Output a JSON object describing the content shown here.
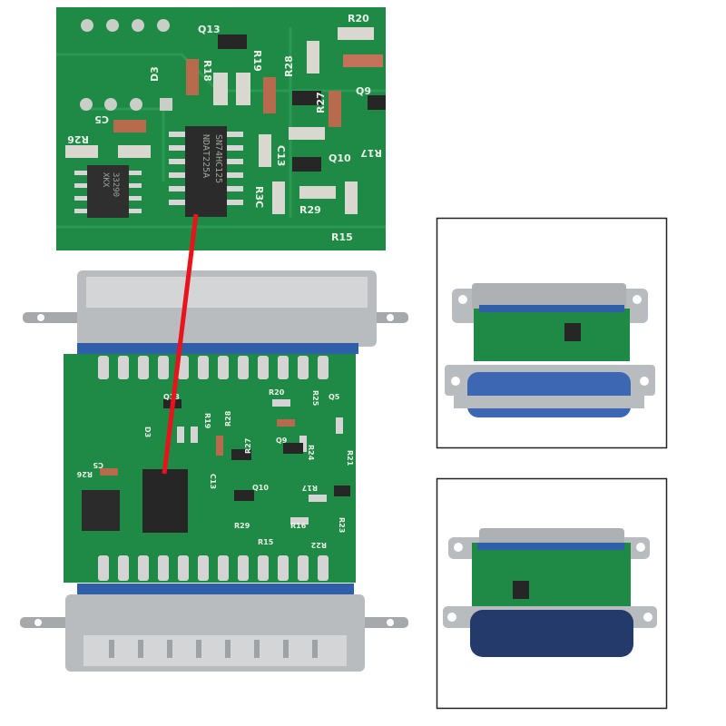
{
  "colors": {
    "pcb": "#1f8a45",
    "pcb_dark": "#17703a",
    "metal": "#b9bcbf",
    "connector_blue": "#2f5fa8",
    "marker_line": "#e8131b",
    "panel_border": "#222222"
  },
  "closeup": {
    "chip_main": [
      "SN74HC125",
      "NDAT225A"
    ],
    "chip_small": [
      "33290",
      "XKX"
    ],
    "labels": [
      "Q13",
      "R18",
      "R19",
      "R28",
      "R20",
      "D3",
      "C5",
      "R26",
      "C13",
      "R27",
      "Q9",
      "Q10",
      "R29",
      "R15",
      "R3C",
      "R17"
    ]
  },
  "board": {
    "labels": [
      "Q13",
      "R20",
      "R25",
      "Q5",
      "D3",
      "R19",
      "R28",
      "R27",
      "Q9",
      "R24",
      "R21",
      "C5",
      "R26",
      "C13",
      "Q10",
      "R17",
      "R29",
      "R16",
      "R23",
      "R15",
      "R22"
    ]
  },
  "panels": [
    {
      "view": "connector-top-view",
      "shell_color": "#2f5fa8"
    },
    {
      "view": "connector-angled-view",
      "shell_color": "#243a6a"
    }
  ]
}
